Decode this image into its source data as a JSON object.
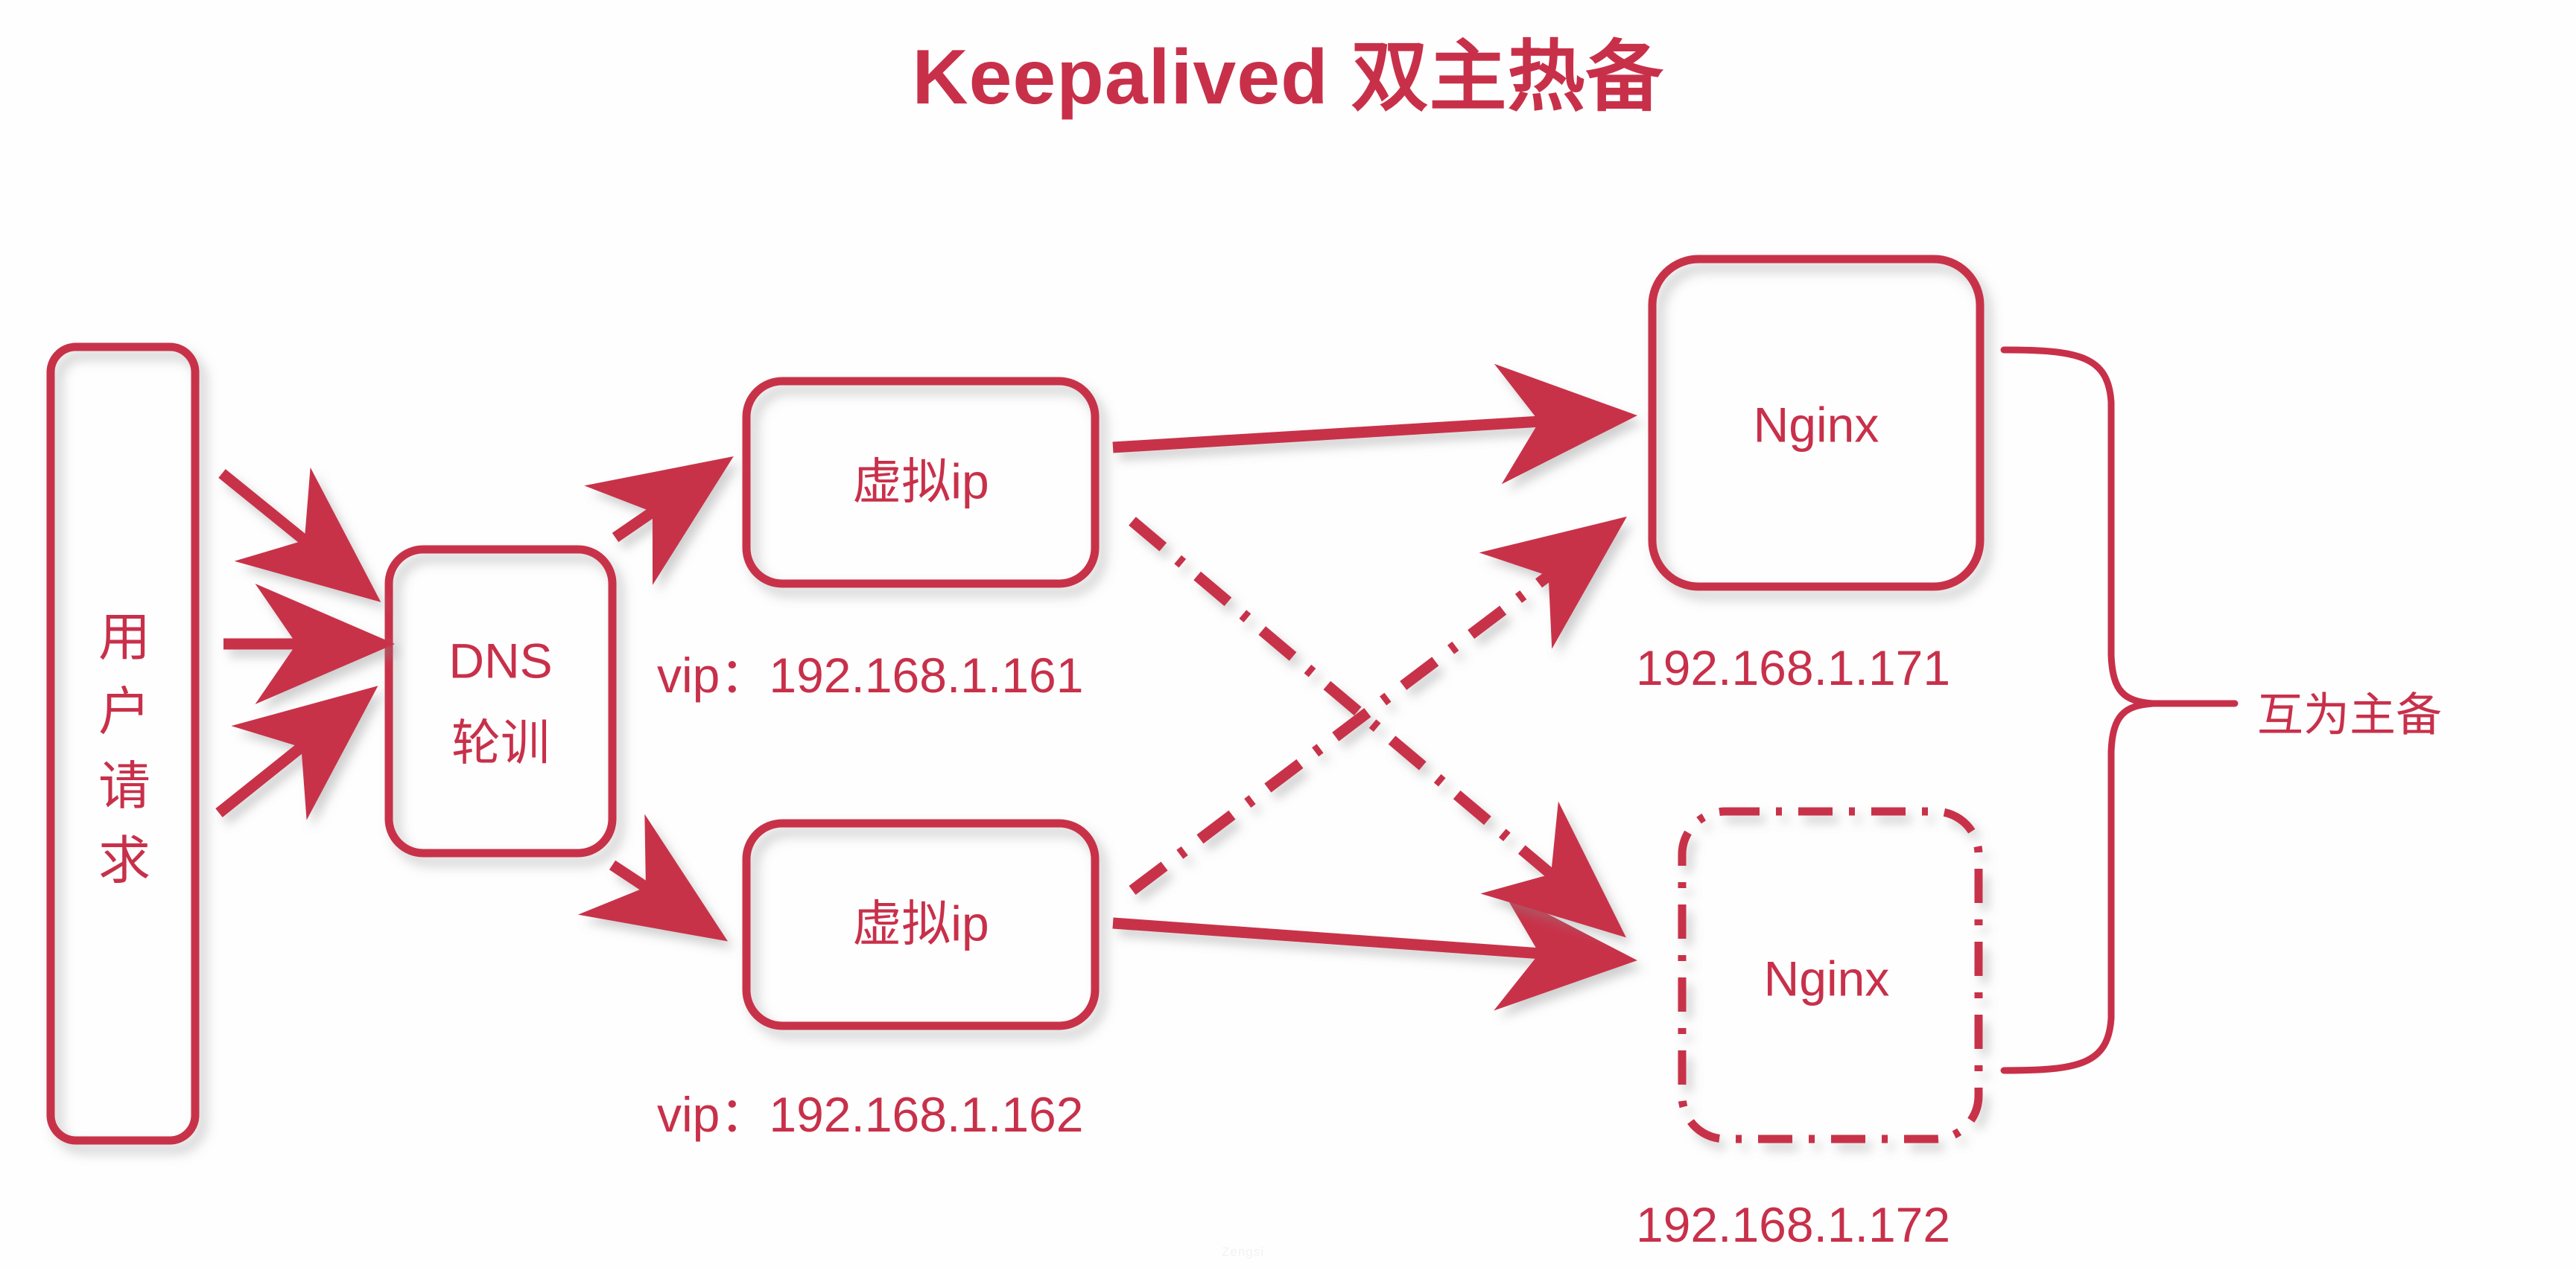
{
  "page": {
    "title": "Keepalived 双主热备",
    "accent_color": "#C8304A",
    "background_color": "#FEFEFE",
    "watermark": "Zengsi"
  },
  "nodes": {
    "client": {
      "label": "用户请求",
      "shape": "rounded-rect-vertical-text"
    },
    "dns": {
      "label_line1": "DNS",
      "label_line2": "轮训",
      "shape": "rounded-rect"
    },
    "vip1": {
      "label": "虚拟ip",
      "caption": "vip：192.168.1.161",
      "shape": "rounded-rect"
    },
    "vip2": {
      "label": "虚拟ip",
      "caption": "vip：192.168.1.162",
      "shape": "rounded-rect"
    },
    "nginx_master": {
      "label": "Nginx",
      "caption": "192.168.1.171",
      "shape": "rounded-rect-solid"
    },
    "nginx_backup": {
      "label": "Nginx",
      "caption": "192.168.1.172",
      "shape": "rounded-rect-dashed"
    }
  },
  "annotations": {
    "brace_label": "互为主备"
  },
  "edges": [
    {
      "from": "client",
      "to": "dns",
      "style": "solid",
      "direction": "down-right"
    },
    {
      "from": "client",
      "to": "dns",
      "style": "solid",
      "direction": "right"
    },
    {
      "from": "client",
      "to": "dns",
      "style": "solid",
      "direction": "up-right"
    },
    {
      "from": "dns",
      "to": "vip1",
      "style": "solid",
      "direction": "up-right"
    },
    {
      "from": "dns",
      "to": "vip2",
      "style": "solid",
      "direction": "down-right"
    },
    {
      "from": "vip1",
      "to": "nginx_master",
      "style": "solid",
      "direction": "right"
    },
    {
      "from": "vip2",
      "to": "nginx_backup",
      "style": "solid",
      "direction": "right"
    },
    {
      "from": "vip1",
      "to": "nginx_backup",
      "style": "dash-dot",
      "direction": "down-right"
    },
    {
      "from": "vip2",
      "to": "nginx_master",
      "style": "dash-dot",
      "direction": "up-right"
    }
  ]
}
